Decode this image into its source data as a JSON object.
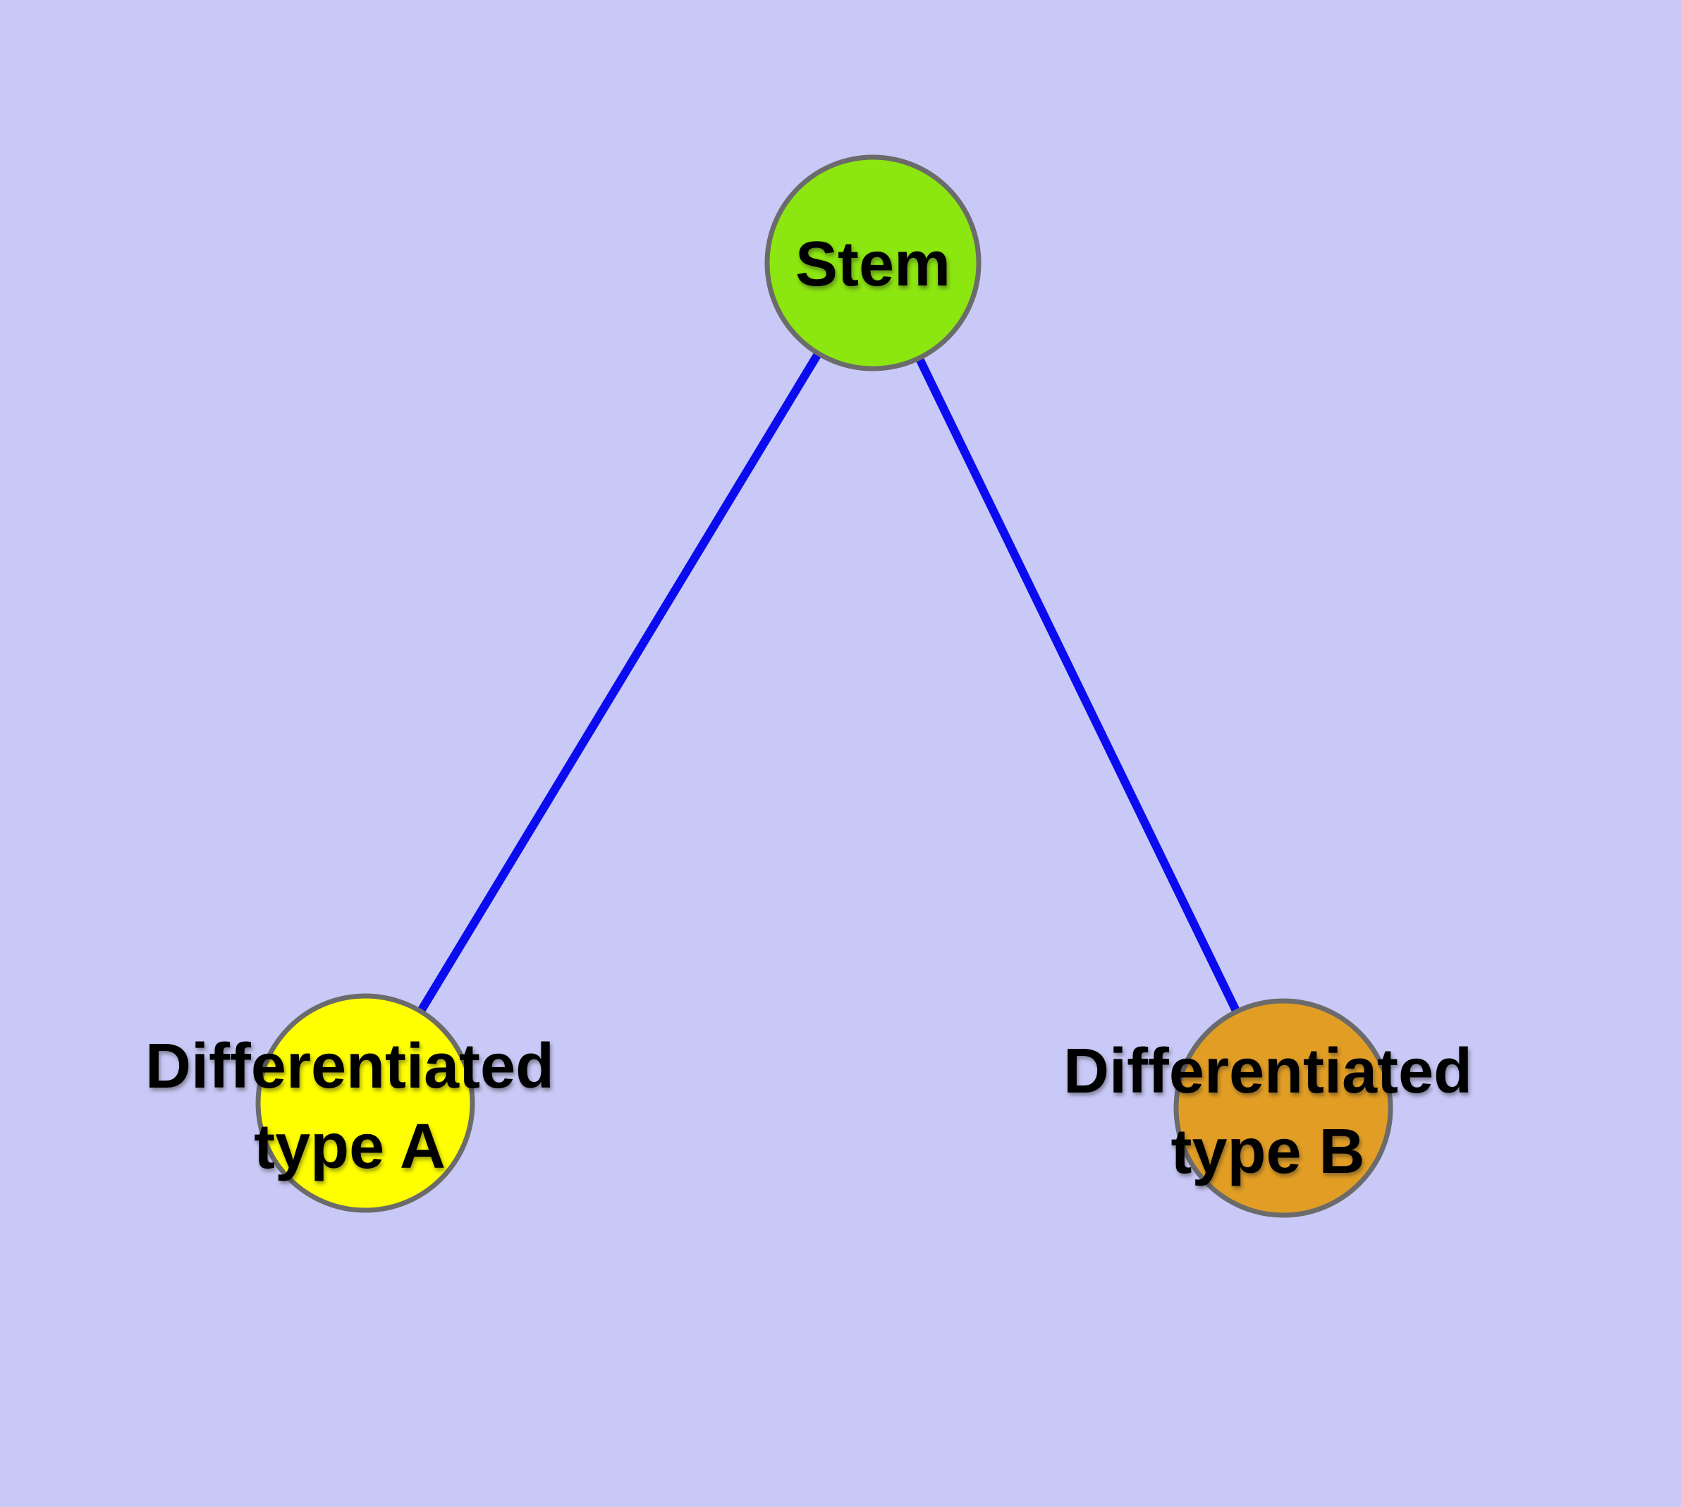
{
  "diagram": {
    "background_color": "#C9C9F7",
    "edge_color": "#0B0BF0",
    "node_border_color": "#6B6B6B",
    "text_color": "#000000",
    "nodes": [
      {
        "id": "stem",
        "label": "Stem",
        "fill": "#8CE60F"
      },
      {
        "id": "differentiated-type-a",
        "label_line1": "Differentiated",
        "label_line2": "type A",
        "fill": "#FFFF00"
      },
      {
        "id": "differentiated-type-b",
        "label_line1": "Differentiated",
        "label_line2": "type B",
        "fill": "#E29E24"
      }
    ],
    "edges": [
      {
        "from": "Stem",
        "to": "Differentiated type A"
      },
      {
        "from": "Stem",
        "to": "Differentiated type B"
      }
    ]
  }
}
